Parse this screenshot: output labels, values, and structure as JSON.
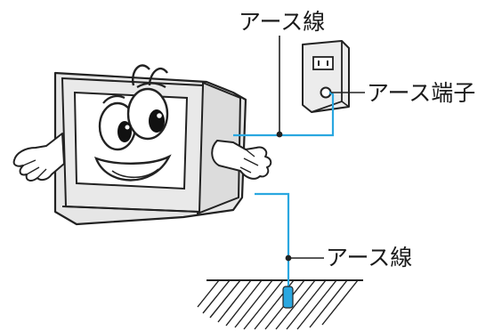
{
  "labels": {
    "earth_wire_top": "アース線",
    "earth_terminal": "アース端子",
    "earth_wire_bottom": "アース線"
  },
  "colors": {
    "wire": "#2aa7e0",
    "outline": "#222222",
    "monitor_fill": "#e6e6e6",
    "screen_fill": "#ffffff",
    "outlet_fill": "#ececec"
  }
}
